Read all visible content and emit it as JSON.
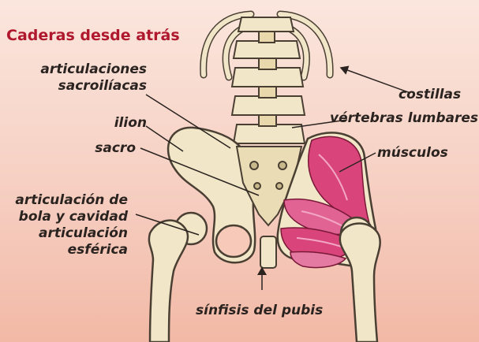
{
  "title": "Caderas desde atrás",
  "labels": {
    "sacroiliac_1": "articulaciones",
    "sacroiliac_2": "sacroilíacas",
    "ilion": "ilion",
    "sacro": "sacro",
    "ball_1": "articulación de",
    "ball_2": "bola y cavidad",
    "ball_3": "articulación",
    "ball_4": "esférica",
    "costillas": "costillas",
    "vertebras": "vértebras lumbares",
    "musculos": "músculos",
    "sinfisis": "sínfisis del pubis"
  },
  "colors": {
    "title": "#b0182e",
    "bone": "#f1e6c8",
    "bone_shadow": "#d9c79a",
    "bone_outline": "#4a3f33",
    "muscle": "#d9457a",
    "muscle_light": "#f2a8c4",
    "background_top": "#fbe6dd",
    "background_bottom": "#f2b9a6"
  }
}
